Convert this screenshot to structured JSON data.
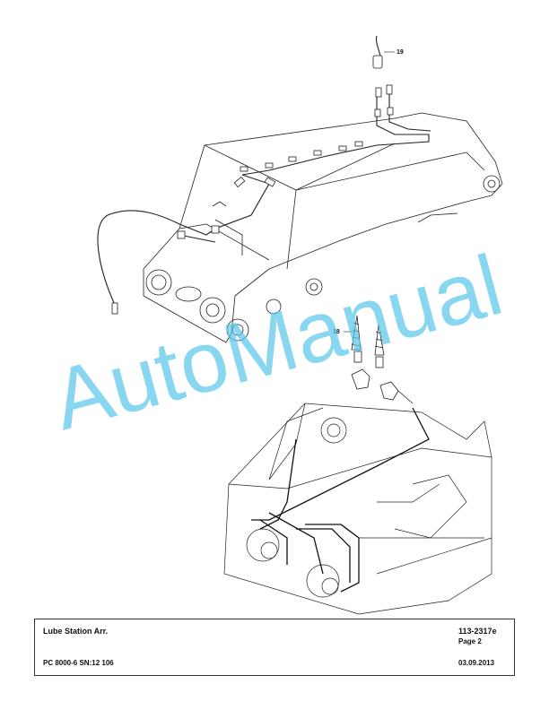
{
  "callouts": [
    "19",
    "18"
  ],
  "watermark": "AutoManual",
  "title_block": {
    "title": "Lube Station Arr.",
    "doc_number": "113-2317e",
    "page": "Page 2",
    "machine": "PC 8000-6 SN:12 106",
    "date": "03.09.2013"
  },
  "colors": {
    "watermark": "#5cc6ea",
    "line": "#222222"
  }
}
